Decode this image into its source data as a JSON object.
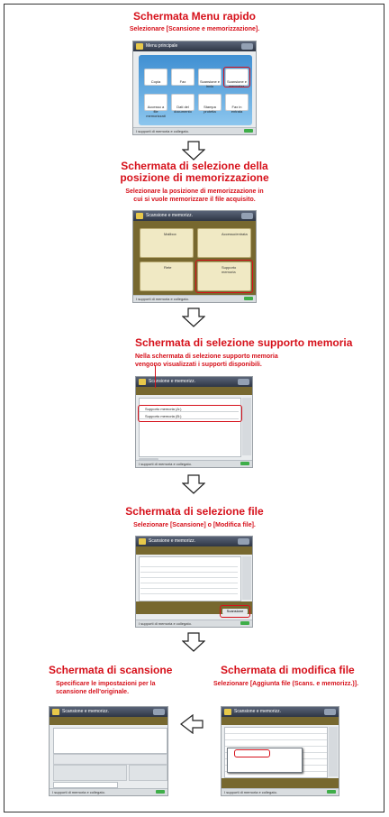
{
  "sections": {
    "quick_menu": {
      "title": "Schermata Menu rapido",
      "instruction": "Selezionare [Scansione e memorizzazione].",
      "panel_title": "Menu principale",
      "tiles": [
        "Copia",
        "Fax",
        "Scansione e invio",
        "Scansione e memorizz.",
        "Accesso a file memorizzati",
        "Dati del documento",
        "Stampa protetta",
        "Fax in entrata"
      ]
    },
    "location": {
      "title_line1": "Schermata di selezione della",
      "title_line2": "posizione di memorizzazione",
      "instruction_line1": "Selezionare la posizione di memorizzazione in",
      "instruction_line2": "cui si vuole memorizzare il file acquisito.",
      "panel_title": "Scansione e memorizz.",
      "options": [
        "Mailbox",
        "Accesso/entrata",
        "Rete",
        "Supporto memoria"
      ]
    },
    "memory": {
      "title": "Schermata di selezione supporto memoria",
      "instruction_line1": "Nella schermata di selezione supporto memoria",
      "instruction_line2": "vengono visualizzati i supporti disponibili.",
      "panel_title": "Scansione e memorizz.",
      "rows": [
        "Supporto memoria (A:)",
        "Supporto memoria (B:)"
      ]
    },
    "file": {
      "title": "Schermata di selezione file",
      "instruction": "Selezionare [Scansione] o [Modifica file].",
      "panel_title": "Scansione e memorizz.",
      "scan_button": "Scansione"
    },
    "scan": {
      "title": "Schermata di scansione",
      "instruction_line1": "Specificare le impostazioni per la",
      "instruction_line2": "scansione dell'originale.",
      "panel_title": "Scansione e memorizz."
    },
    "edit": {
      "title": "Schermata di modifica file",
      "instruction": "Selezionare [Aggiunta file (Scans. e memorizz.)].",
      "panel_title": "Scansione e memorizz."
    }
  },
  "footer_status": "I supporti di memoria e collegato.",
  "colors": {
    "heading": "#d6101a",
    "title_bar": "#2e3645"
  }
}
